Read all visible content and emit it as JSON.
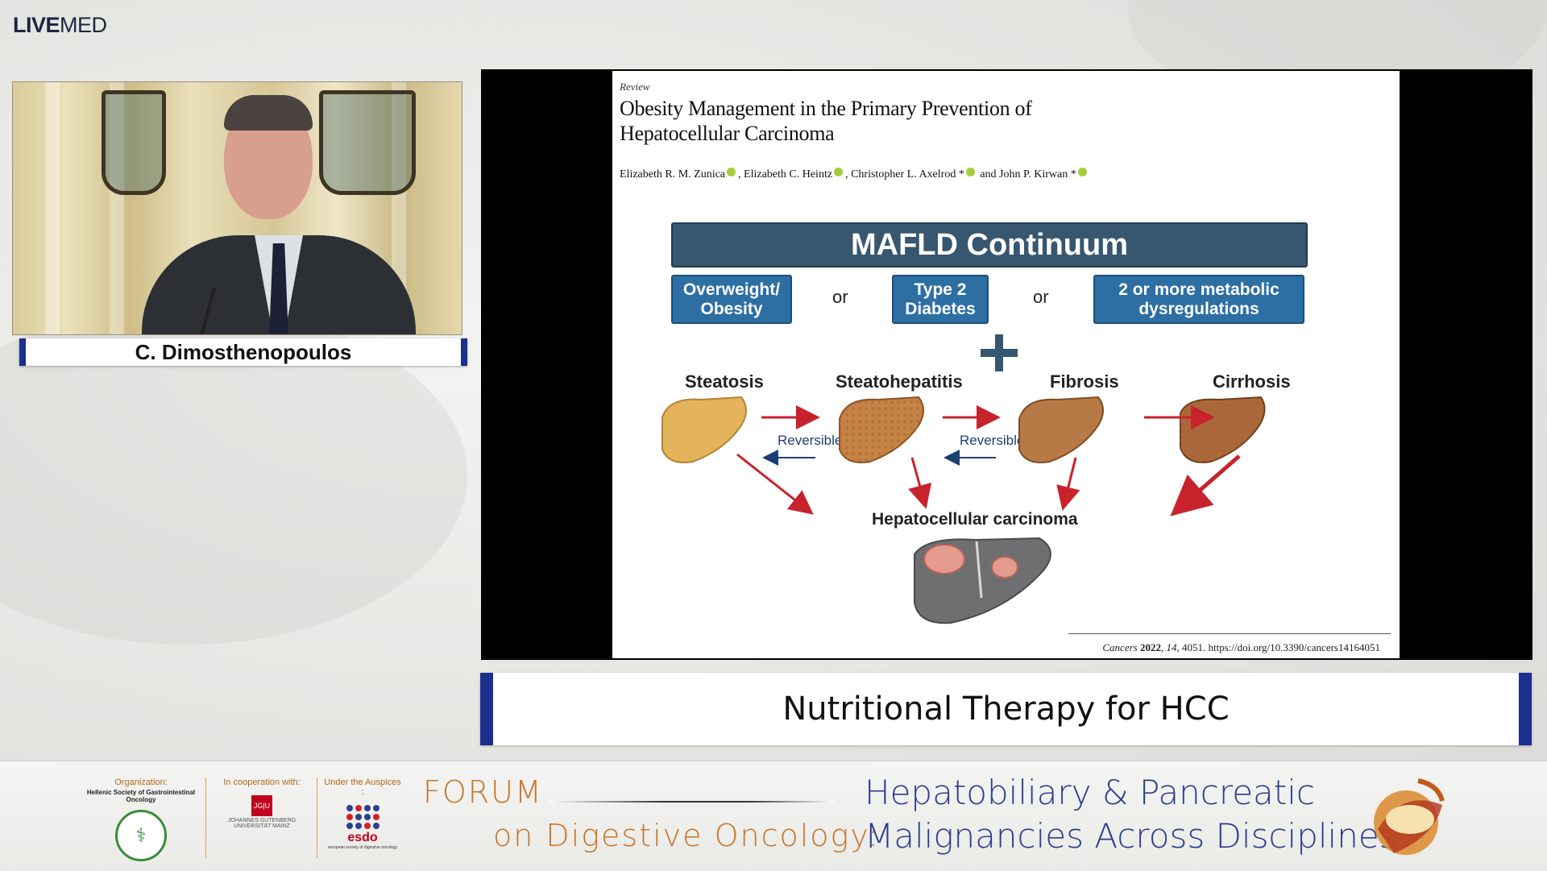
{
  "logo": {
    "bold": "LIVE",
    "rest": "MED"
  },
  "speaker": {
    "name": "C. Dimosthenopoulos"
  },
  "slide": {
    "review_label": "Review",
    "paper_title_line1": "Obesity Management in the Primary Prevention of",
    "paper_title_line2": "Hepatocellular Carcinoma",
    "authors": [
      "Elizabeth R. M. Zunica",
      "Elizabeth C. Heintz",
      "Christopher L. Axelrod *",
      "and John P. Kirwan *"
    ],
    "figure": {
      "header": "MAFLD Continuum",
      "risk_factors": [
        "Overweight/ Obesity",
        "Type 2 Diabetes",
        "2 or more metabolic dysregulations"
      ],
      "connector": "or",
      "stages": [
        "Steatosis",
        "Steatohepatitis",
        "Fibrosis",
        "Cirrhosis"
      ],
      "reversible_label": "Reversible",
      "outcome": "Hepatocellular carcinoma",
      "colors": {
        "header_bg": "#37566f",
        "box_bg": "#2d6fa3",
        "arrow_red": "#c8232c",
        "arrow_blue": "#1c3f73"
      }
    },
    "citation": {
      "journal": "Cancers",
      "year": "2022",
      "volume": "14",
      "rest": ", 4051. https://doi.org/10.3390/cancers14164051"
    }
  },
  "lower_title": "Nutritional Therapy for HCC",
  "footer": {
    "organization_label": "Organization:",
    "organization_name": "Hellenic Society of Gastrointestinal Oncology",
    "cooperation_label": "In cooperation with:",
    "cooperation_name": "JOHANNES GUTENBERG UNIVERSITÄT MAINZ",
    "auspices_label": "Under the Auspices :",
    "auspices_name": "esdo",
    "auspices_sub": "european society of digestive oncology",
    "forum_line1": "FORUM",
    "forum_line2": "on Digestive Oncology:",
    "event_line1": "Hepatobiliary & Pancreatic",
    "event_line2": "Malignancies Across Disciplines"
  }
}
